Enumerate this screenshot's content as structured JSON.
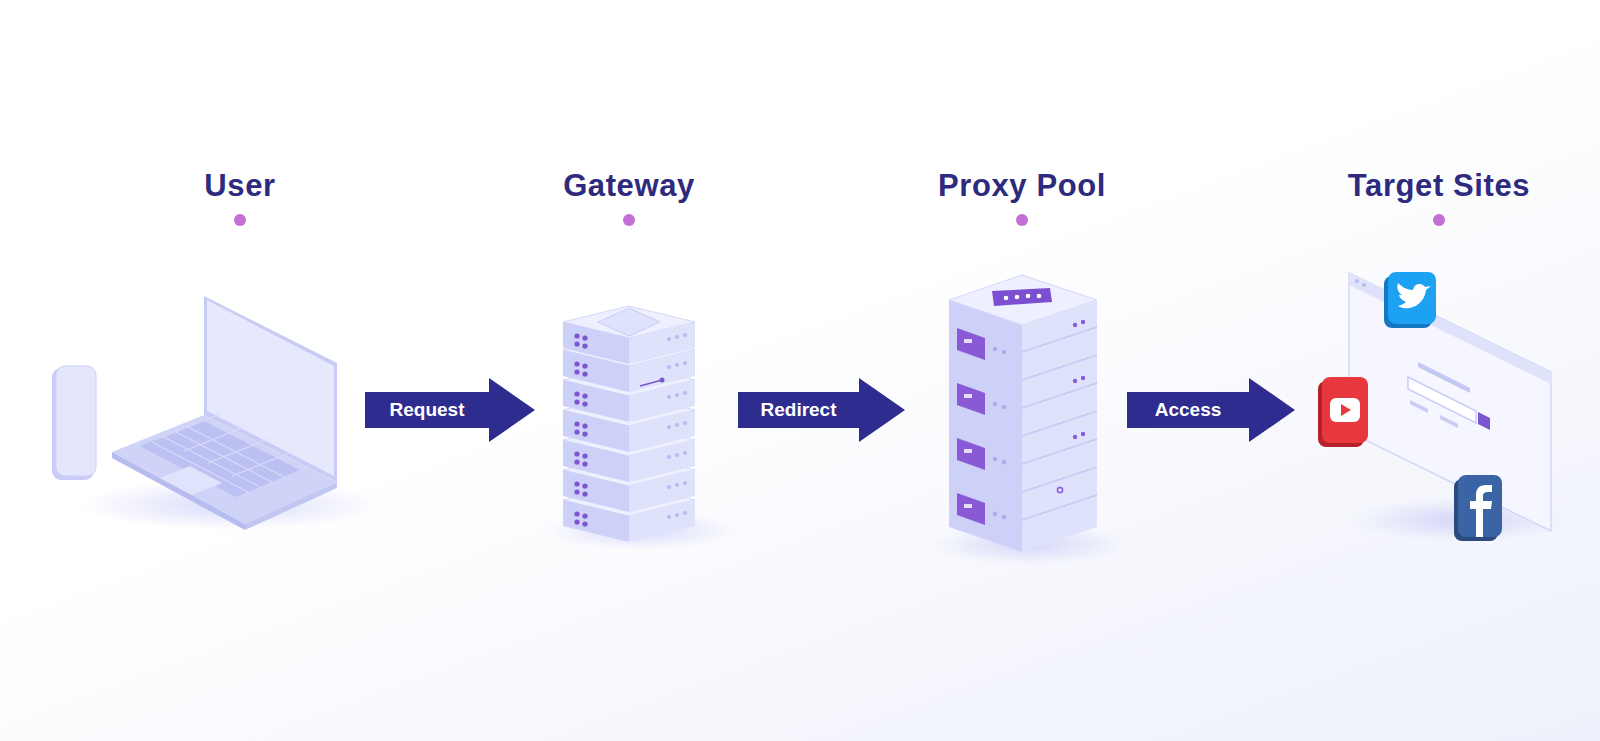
{
  "diagram": {
    "nodes": [
      {
        "text": [
          "User"
        ]
      },
      {
        "text": [
          "Gateway"
        ]
      },
      {
        "text": [
          "Proxy Pool"
        ]
      },
      {
        "text": [
          "Target Sites"
        ]
      }
    ],
    "edges": [
      {
        "from": 0,
        "to": 1,
        "arrow": "to",
        "label": "Request"
      },
      {
        "from": 1,
        "to": 2,
        "arrow": "to",
        "label": "Redirect"
      },
      {
        "from": 2,
        "to": 3,
        "arrow": "to",
        "label": "Access"
      }
    ]
  }
}
